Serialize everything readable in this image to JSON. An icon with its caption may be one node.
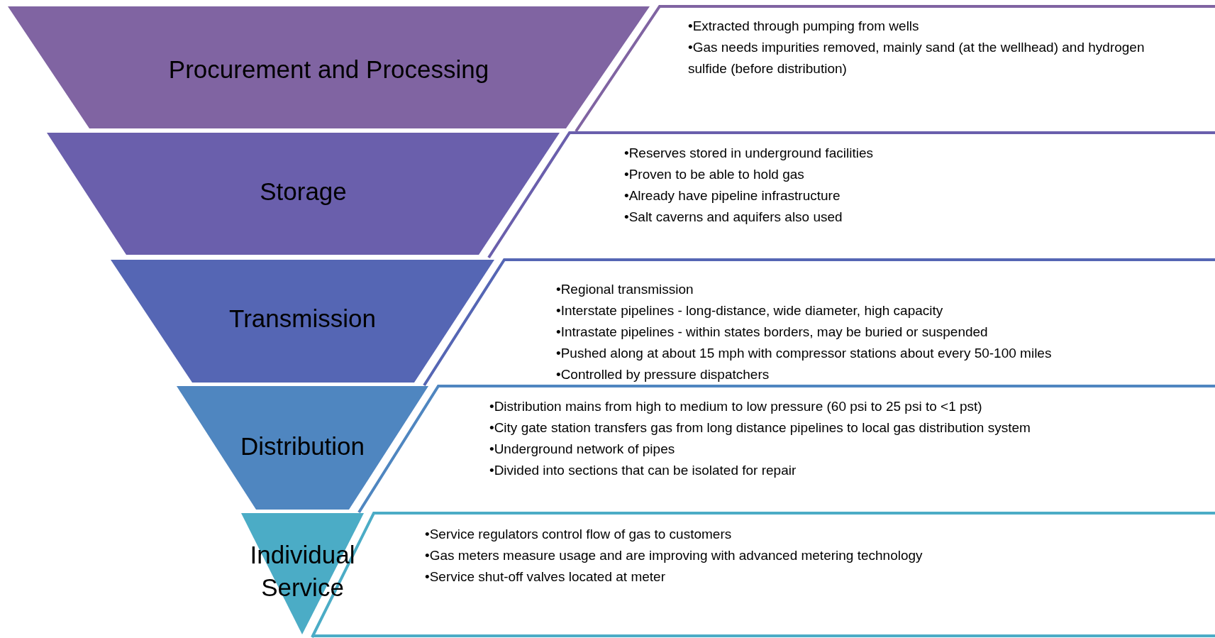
{
  "diagram": {
    "nodes": [
      {
        "text": [
          "Procurement and Processing"
        ]
      },
      {
        "text": [
          "•Extracted through pumping from wells",
          "•Gas needs impurities removed, mainly sand (at the wellhead) and hydrogen sulfide (before distribution)"
        ]
      },
      {
        "text": [
          "Storage"
        ]
      },
      {
        "text": [
          "•Reserves stored in underground facilities",
          "•Proven to be able to hold gas",
          "•Already have pipeline infrastructure",
          "•Salt caverns and aquifers also used"
        ]
      },
      {
        "text": [
          "Transmission"
        ]
      },
      {
        "text": [
          "•Regional transmission",
          "•Interstate pipelines - long-distance, wide diameter, high capacity",
          "•Intrastate pipelines - within states borders, may be buried or suspended",
          "•Pushed along at about 15 mph with compressor stations about every 50-100 miles",
          "•Controlled by pressure dispatchers"
        ]
      },
      {
        "text": [
          "Distribution"
        ]
      },
      {
        "text": [
          "•Distribution mains from high to medium to low pressure (60 psi to 25 psi to <1 pst)",
          "•City gate station transfers gas from long distance pipelines to local gas distribution system",
          "•Underground network of pipes",
          "•Divided into sections that can be isolated for repair"
        ]
      },
      {
        "text": [
          "Individual Service"
        ]
      },
      {
        "text": [
          "•Service regulators control flow of gas to customers",
          "•Gas meters measure usage and are improving with advanced metering technology",
          "•Service shut-off valves located at meter"
        ]
      }
    ]
  }
}
